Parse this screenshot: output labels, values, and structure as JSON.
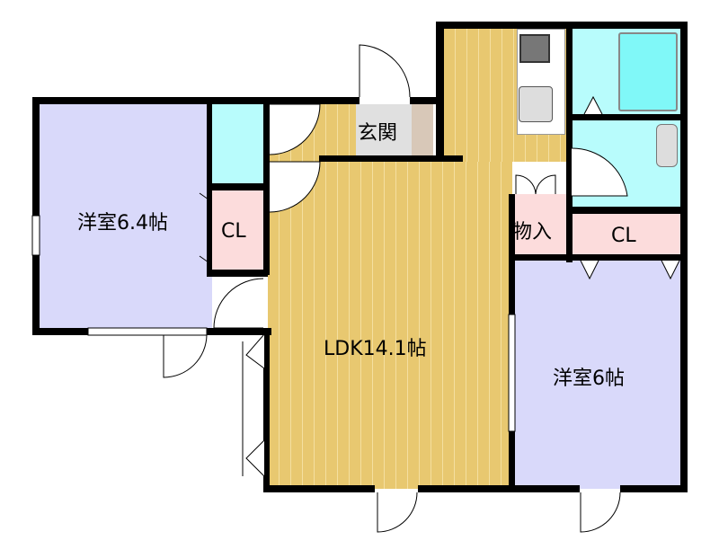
{
  "rooms": {
    "western_left": "洋室6.4帖",
    "closet_left": "CL",
    "entrance": "玄関",
    "ldk": "LDK14.1帖",
    "storage": "物入",
    "closet_right": "CL",
    "western_right": "洋室6帖"
  },
  "colors": {
    "bedroom": "#d9d9fa",
    "ldk": "#e8c870",
    "wet": "#b8fcfc",
    "closet": "#fcdcdc",
    "wall": "#000000"
  }
}
